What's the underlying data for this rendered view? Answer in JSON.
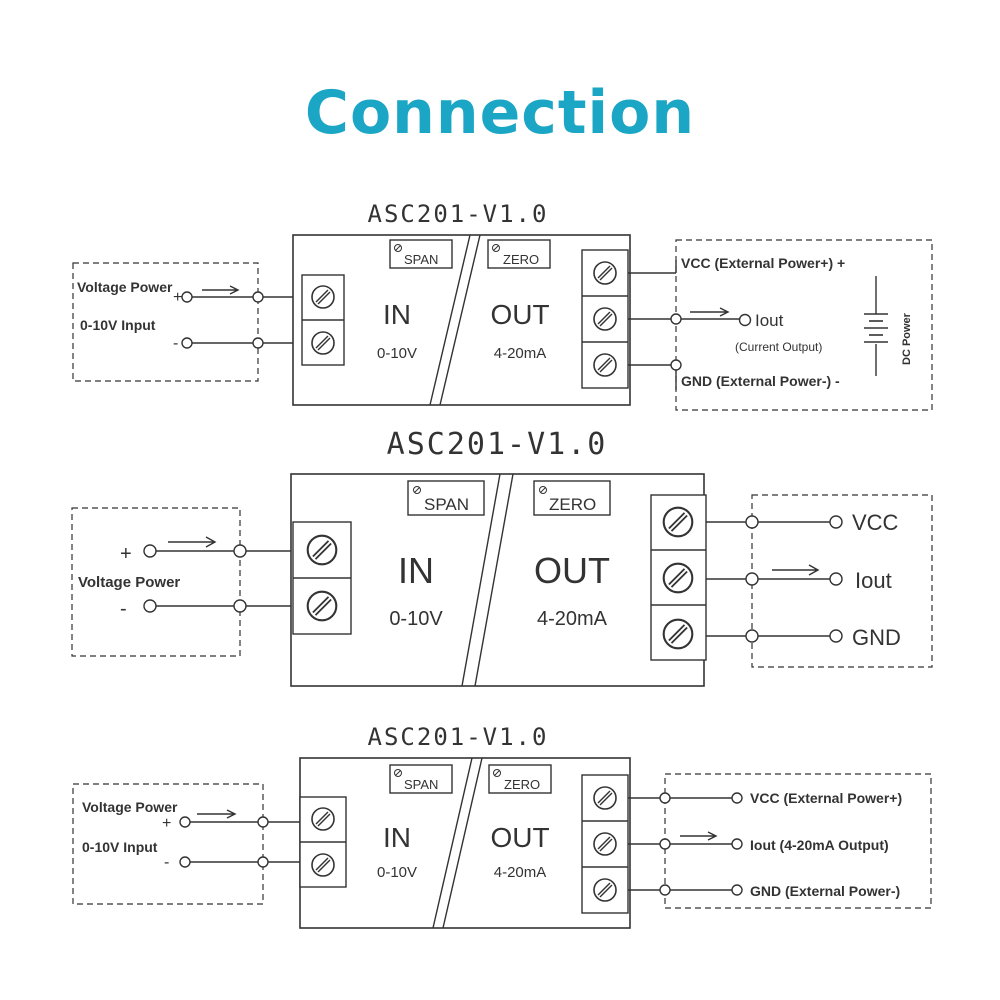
{
  "title": "Connection",
  "colors": {
    "title": "#1aa6c4",
    "ink": "#333333"
  },
  "diagrams": [
    {
      "module": "ASC201-V1.0",
      "span": "SPAN",
      "zero": "ZERO",
      "in_label": "IN",
      "in_range": "0-10V",
      "out_label": "OUT",
      "out_range": "4-20mA",
      "source_line1": "Voltage Power",
      "source_line2": "0-10V Input",
      "plus": "+",
      "minus": "-",
      "vcc": "VCC (External Power+) +",
      "iout": "Iout",
      "iout_note": "(Current Output)",
      "gnd": "GND (External Power-) -",
      "supply": "DC Power"
    },
    {
      "module": "ASC201-V1.0",
      "span": "SPAN",
      "zero": "ZERO",
      "in_label": "IN",
      "in_range": "0-10V",
      "out_label": "OUT",
      "out_range": "4-20mA",
      "source_line1": "Voltage Power",
      "plus": "+",
      "minus": "-",
      "vcc": "VCC",
      "iout": "Iout",
      "gnd": "GND"
    },
    {
      "module": "ASC201-V1.0",
      "span": "SPAN",
      "zero": "ZERO",
      "in_label": "IN",
      "in_range": "0-10V",
      "out_label": "OUT",
      "out_range": "4-20mA",
      "source_line1": "Voltage Power",
      "source_line2": "0-10V Input",
      "plus": "+",
      "minus": "-",
      "vcc": "VCC (External Power+)",
      "iout": "Iout (4-20mA Output)",
      "gnd": "GND (External Power-)"
    }
  ]
}
